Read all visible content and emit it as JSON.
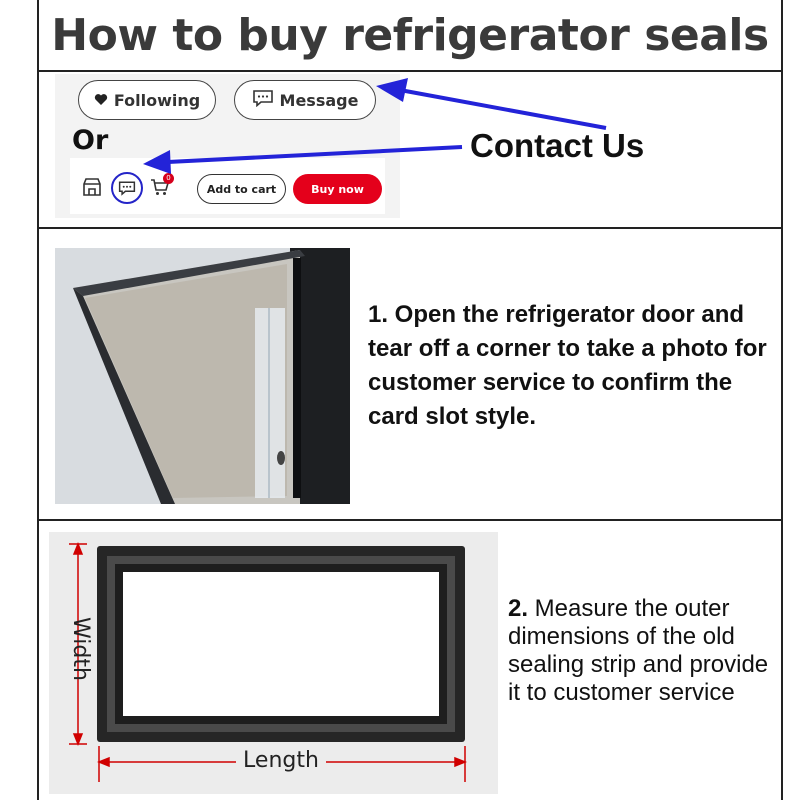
{
  "title": "How to buy refrigerator seals",
  "store_card": {
    "following_label": "Following",
    "message_label": "Message",
    "or_label": "Or",
    "cart_badge": "0",
    "add_to_cart_label": "Add to cart",
    "buy_now_label": "Buy now"
  },
  "contact_label": "Contact Us",
  "step1": {
    "text": "1. Open the refrigerator door and tear off a corner to take a photo for customer service to confirm the card slot style."
  },
  "step2": {
    "number": "2.",
    "text": " Measure the outer dimensions of the old sealing strip and provide it to customer service"
  },
  "seal_diagram": {
    "width_label": "Width",
    "length_label": "Length"
  },
  "colors": {
    "arrow_blue": "#2323d8",
    "buy_red": "#e4001b",
    "measure_red": "#d00000",
    "title_gray": "#3a3a3a"
  },
  "icons": [
    "heart-icon",
    "chat-bubble-icon",
    "store-icon",
    "cart-icon"
  ]
}
